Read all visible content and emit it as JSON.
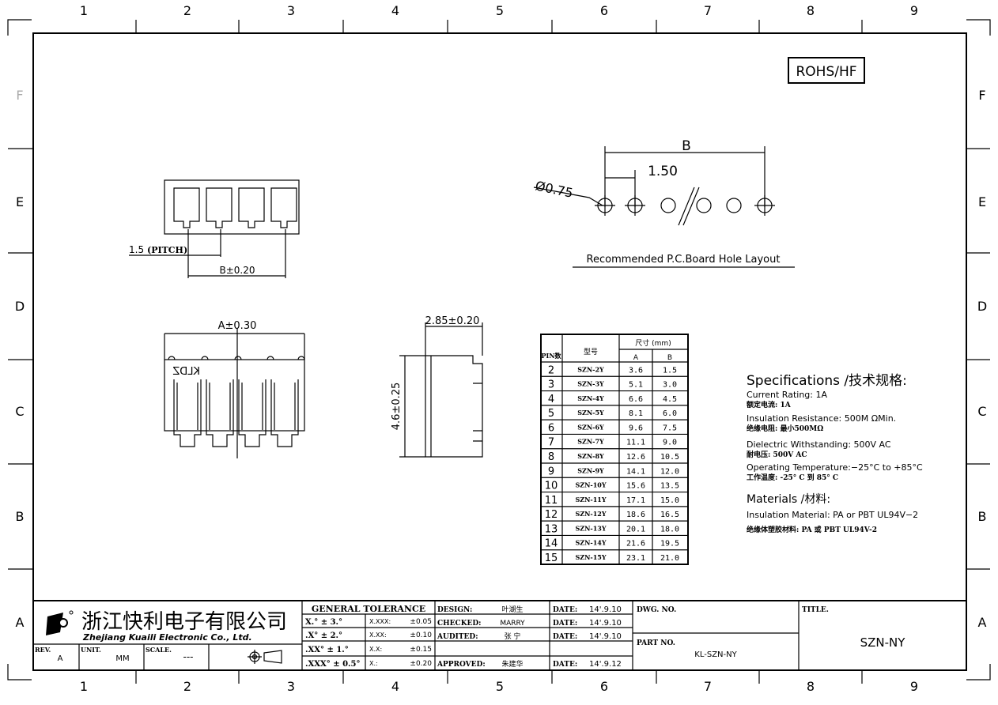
{
  "border": {
    "columns": [
      "1",
      "2",
      "3",
      "4",
      "5",
      "6",
      "7",
      "8",
      "9"
    ],
    "rows": [
      "F",
      "E",
      "D",
      "C",
      "B",
      "A"
    ]
  },
  "badge": "ROHS/HF",
  "top_view": {
    "pitch_label": "1.5",
    "pitch_suffix": "(PITCH)",
    "b_dim": "B±0.20"
  },
  "front_view": {
    "a_dim": "A±0.30",
    "marking": "KLDZ"
  },
  "side_view": {
    "width_dim": "2.85±0.20",
    "height_dim": "4.6±0.25"
  },
  "hole_layout": {
    "b_label": "B",
    "pitch": "1.50",
    "diameter": "Ø0.75",
    "caption": "Recommended P.C.Board Hole Layout"
  },
  "table": {
    "headers": {
      "pins": "PIN数",
      "model": "型号",
      "dims": "尺寸 (mm)",
      "a": "A",
      "b": "B"
    },
    "rows": [
      [
        "2",
        "SZN-2Y",
        "3.6",
        "1.5"
      ],
      [
        "3",
        "SZN-3Y",
        "5.1",
        "3.0"
      ],
      [
        "4",
        "SZN-4Y",
        "6.6",
        "4.5"
      ],
      [
        "5",
        "SZN-5Y",
        "8.1",
        "6.0"
      ],
      [
        "6",
        "SZN-6Y",
        "9.6",
        "7.5"
      ],
      [
        "7",
        "SZN-7Y",
        "11.1",
        "9.0"
      ],
      [
        "8",
        "SZN-8Y",
        "12.6",
        "10.5"
      ],
      [
        "9",
        "SZN-9Y",
        "14.1",
        "12.0"
      ],
      [
        "10",
        "SZN-10Y",
        "15.6",
        "13.5"
      ],
      [
        "11",
        "SZN-11Y",
        "17.1",
        "15.0"
      ],
      [
        "12",
        "SZN-12Y",
        "18.6",
        "16.5"
      ],
      [
        "13",
        "SZN-13Y",
        "20.1",
        "18.0"
      ],
      [
        "14",
        "SZN-14Y",
        "21.6",
        "19.5"
      ],
      [
        "15",
        "SZN-15Y",
        "23.1",
        "21.0"
      ]
    ]
  },
  "specs": {
    "title": "Specifications /技术规格:",
    "lines": [
      "Current Rating: 1A",
      "额定电流: 1A",
      "Insulation Resistance:  500M  ΩMin.",
      "绝缘电阻: 最小500MΩ",
      "Dielectric Withstanding: 500V AC",
      "耐电压: 500V AC",
      "Operating Temperature:−25°C to +85°C",
      "工作温度: -25° C 到 85° C"
    ],
    "materials_title": "Materials /材料:",
    "materials": [
      "Insulation Material:  PA or PBT UL94V−2",
      "绝缘体塑胶材料: PA 或 PBT UL94V-2"
    ]
  },
  "title_block": {
    "company_cn": "浙江快利电子有限公司",
    "company_en": "Zhejiang Kuaili Electronic Co., Ltd.",
    "rev_label": "REV.",
    "rev": "A",
    "unit_label": "UNIT.",
    "unit": "MM",
    "scale_label": "SCALE.",
    "scale": "---",
    "tolerance_title": "GENERAL  TOLERANCE",
    "tolerance": [
      [
        "X.° ± 3.°",
        "X.XXX:",
        "±0.05"
      ],
      [
        ".X° ± 2.°",
        "X.XX:",
        "±0.10"
      ],
      [
        ".XX° ± 1.°",
        "X.X:",
        "±0.15"
      ],
      [
        ".XXX° ± 0.5°",
        "X.:",
        "±0.20"
      ]
    ],
    "approvals": [
      [
        "DESIGN:",
        "叶湖生",
        "DATE:",
        "14'.9.10"
      ],
      [
        "CHECKED:",
        "MARRY",
        "DATE:",
        "14'.9.10"
      ],
      [
        "AUDITED:",
        "张  宁",
        "DATE:",
        "14'.9.10"
      ],
      [
        "APPROVED:",
        "朱建华",
        "DATE:",
        "14'.9.12"
      ]
    ],
    "dwg_no_label": "DWG. NO.",
    "part_no_label": "PART NO.",
    "part_no": "KL-SZN-NY",
    "title_label": "TITLE.",
    "title": "SZN-NY"
  }
}
